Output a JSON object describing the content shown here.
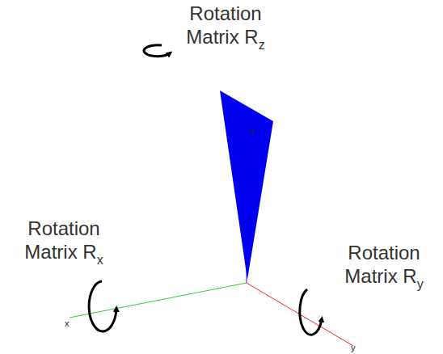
{
  "diagram": {
    "labels": [
      "Rotation Matrix R",
      "z",
      "z",
      "Rotation Matrix R",
      "x",
      "x",
      "Rotation Matrix R",
      "y",
      "y"
    ]
  }
}
